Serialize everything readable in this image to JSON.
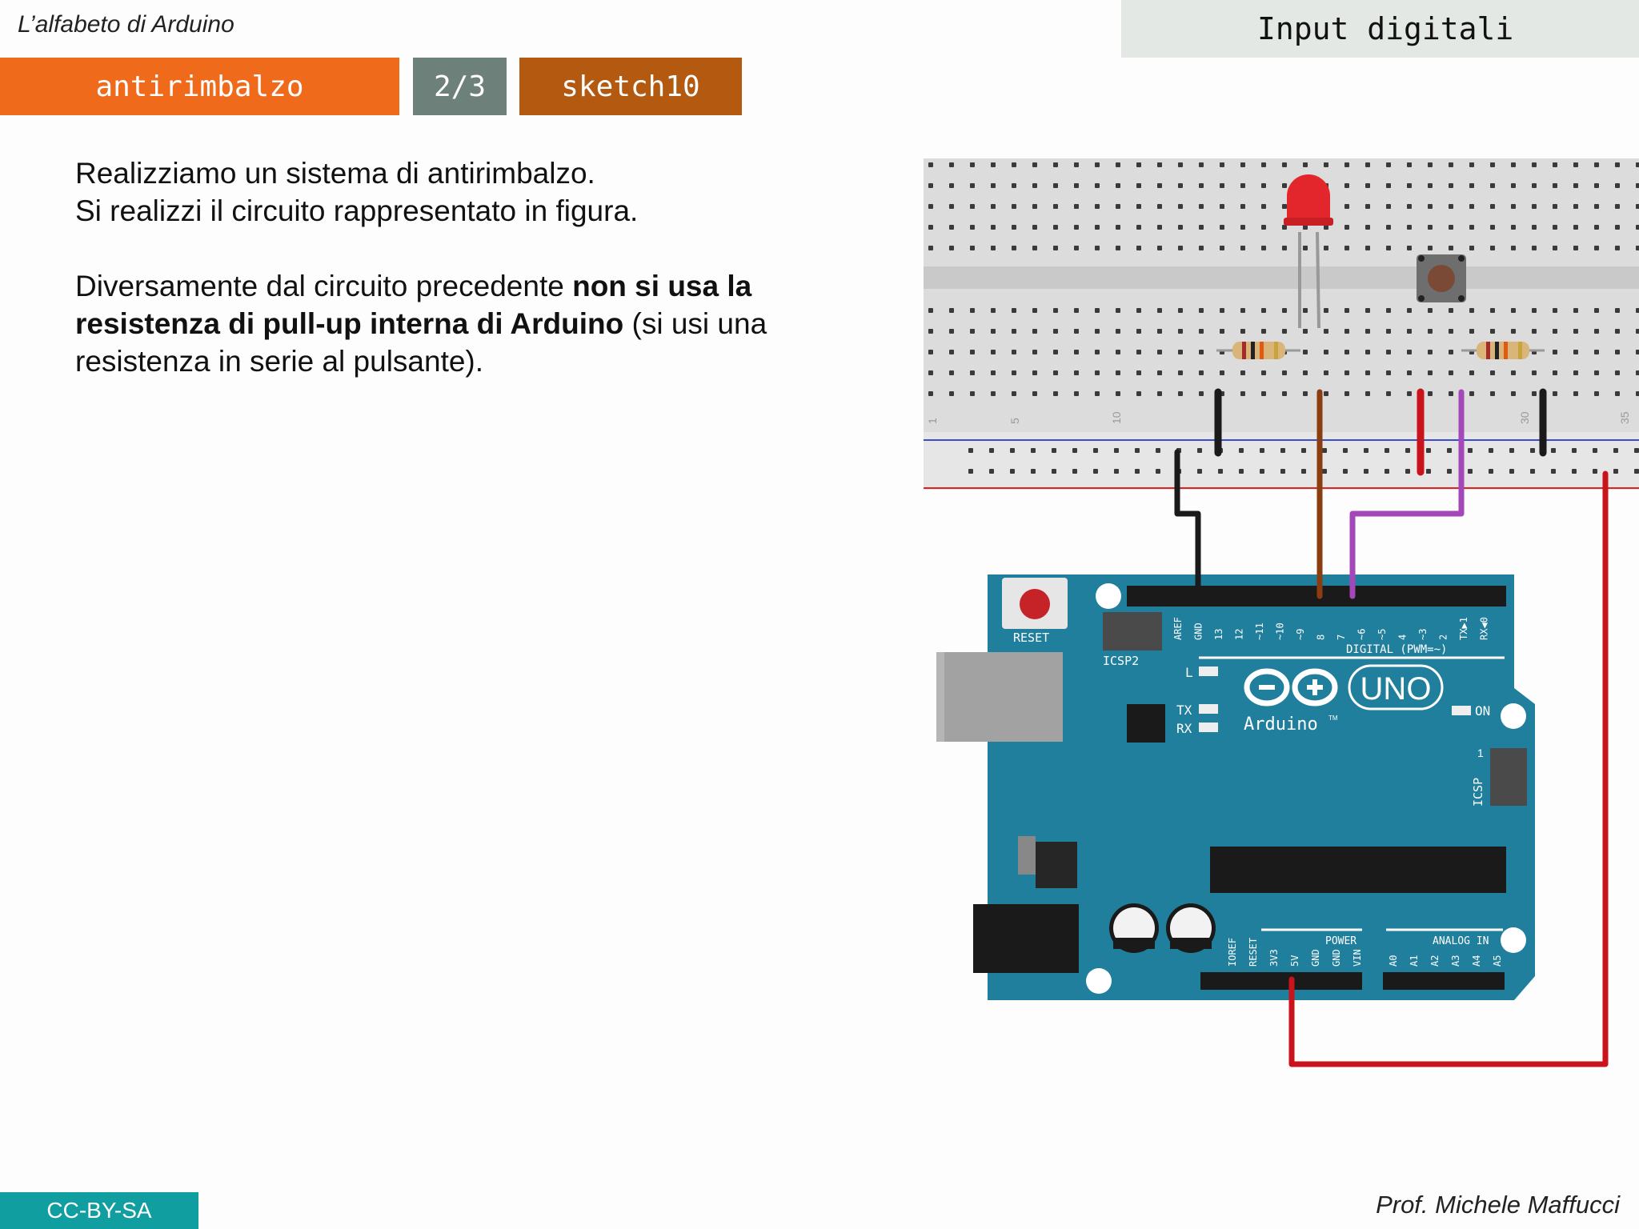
{
  "header": {
    "series_title": "L’alfabeto di Arduino",
    "topic": "Input digitali"
  },
  "tags": {
    "topic_tag": "antirimbalzo",
    "page_indicator": "2/3",
    "sketch_tag": "sketch10"
  },
  "content": {
    "line1": "Realizziamo un sistema di antirimbalzo.",
    "line2": "Si realizzi il circuito rappresentato in figura.",
    "para2_pre": "Diversamente dal circuito precedente ",
    "para2_bold": "non si usa la resistenza di pull-up interna di Arduino",
    "para2_post": " (si usi una resistenza in serie al pulsante)."
  },
  "figure": {
    "board_name": "UNO",
    "brand": "Arduino",
    "trademark": "TM",
    "reset_label": "RESET",
    "icsp2_label": "ICSP2",
    "icsp_label": "ICSP",
    "icsp_pin1": "1",
    "digital_label": "DIGITAL (PWM=~)",
    "power_label": "POWER",
    "analog_label": "ANALOG IN",
    "led_l": "L",
    "led_tx": "TX",
    "led_rx": "RX",
    "led_on": "ON",
    "digital_pins": [
      "AREF",
      "GND",
      "13",
      "12",
      "~11",
      "~10",
      "~9",
      "8",
      "7",
      "~6",
      "~5",
      "4",
      "~3",
      "2",
      "TX▶1",
      "RX◀0"
    ],
    "power_pins": [
      "IOREF",
      "RESET",
      "3V3",
      "5V",
      "GND",
      "GND",
      "VIN"
    ],
    "analog_pins": [
      "A0",
      "A1",
      "A2",
      "A3",
      "A4",
      "A5"
    ],
    "breadboard_numbers": [
      "1",
      "5",
      "10",
      "30",
      "35"
    ],
    "colors": {
      "board": "#1f7f9c",
      "wire_black": "#1a1a1a",
      "wire_brown": "#8a3d10",
      "wire_red": "#c8141a",
      "wire_purple": "#a447b8",
      "led": "#e3262b"
    }
  },
  "footer": {
    "license": "CC-BY-SA",
    "author": "Prof. Michele Maffucci"
  }
}
